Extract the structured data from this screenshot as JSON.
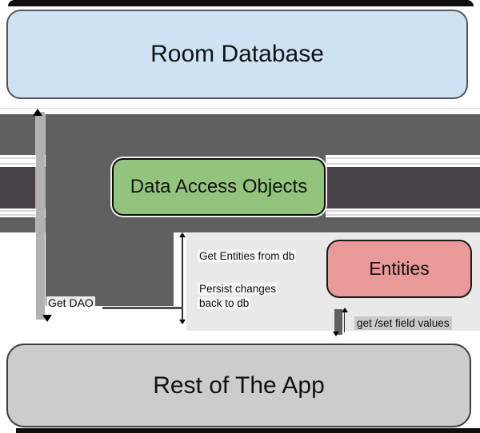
{
  "boxes": {
    "room_database": {
      "label": "Room Database",
      "fill": "#cfe2f3"
    },
    "data_access_objects": {
      "label": "Data Access Objects",
      "fill": "#93c47d"
    },
    "entities": {
      "label": "Entities",
      "fill": "#ea9999"
    },
    "rest_of_the_app": {
      "label": "Rest of The App",
      "fill": "#cccccc"
    }
  },
  "arrow_labels": {
    "get_dao": "Get DAO",
    "get_entities_from_db": "Get Entities from db",
    "persist_changes_line1": "Persist changes",
    "persist_changes_line2": "back to db",
    "get_set_field_values": "get /set field values"
  },
  "colors": {
    "arrow_medium_gray": "#606060",
    "arrow_dark_gray": "#494349",
    "arrow_light_gray": "#b2b2b2",
    "panel_light_gray": "#e9e9e9",
    "frame_black": "#0d0d0d"
  }
}
